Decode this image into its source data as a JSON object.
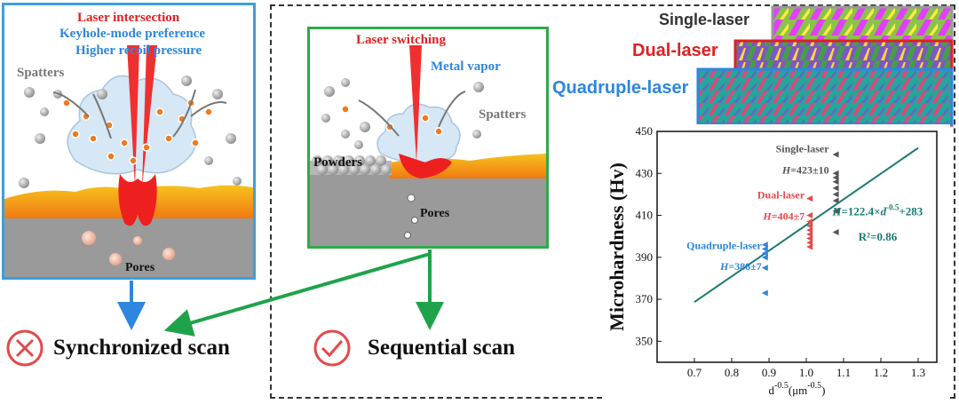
{
  "left_panel": {
    "title1": "Laser intersection",
    "title2": "Keyhole-mode preference",
    "title3": "Higher recoil pressure",
    "spatters": "Spatters",
    "pores": "Pores"
  },
  "mid_panel": {
    "title": "Laser switching",
    "vapor": "Metal vapor",
    "spatters": "Spatters",
    "powders": "Powders",
    "pores": "Pores"
  },
  "scans": {
    "sync": "Synchronized scan",
    "seq": "Sequential scan"
  },
  "micro": {
    "single": "Single-laser",
    "dual": "Dual-laser",
    "quad": "Quadruple-laser"
  },
  "colors": {
    "blue": "#2e86de",
    "green": "#1fa34a",
    "red": "#e02020",
    "teal": "#1a7a72"
  },
  "chart_data": {
    "type": "scatter",
    "title": "",
    "xlabel": "d^-0.5 (μm^-0.5)",
    "xlabel_parts": [
      "d",
      "-0.5",
      "(μm",
      "-0.5",
      ")"
    ],
    "ylabel": "Microhardness (Hv)",
    "xlim": [
      0.6,
      1.35
    ],
    "ylim": [
      340,
      450
    ],
    "xticks": [
      0.7,
      0.8,
      0.9,
      1.0,
      1.1,
      1.2,
      1.3
    ],
    "yticks": [
      350,
      370,
      390,
      410,
      430,
      450
    ],
    "series": [
      {
        "name": "Quadruple-laser",
        "color": "#2e86de",
        "annotation": "H=388±7",
        "points": [
          [
            0.89,
            396
          ],
          [
            0.89,
            394
          ],
          [
            0.89,
            392
          ],
          [
            0.89,
            390
          ],
          [
            0.89,
            385
          ],
          [
            0.89,
            373
          ]
        ]
      },
      {
        "name": "Dual-laser",
        "color": "#e8484a",
        "annotation": "H=404±7",
        "points": [
          [
            1.01,
            418
          ],
          [
            1.01,
            410
          ],
          [
            1.01,
            407
          ],
          [
            1.01,
            405
          ],
          [
            1.01,
            403
          ],
          [
            1.01,
            401
          ],
          [
            1.01,
            399
          ],
          [
            1.01,
            397
          ],
          [
            1.01,
            395
          ]
        ]
      },
      {
        "name": "Single-laser",
        "color": "#555555",
        "annotation": "H=423±10",
        "points": [
          [
            1.08,
            439
          ],
          [
            1.08,
            430
          ],
          [
            1.08,
            428
          ],
          [
            1.08,
            426
          ],
          [
            1.08,
            423
          ],
          [
            1.08,
            420
          ],
          [
            1.08,
            417
          ],
          [
            1.08,
            412
          ],
          [
            1.08,
            402
          ]
        ]
      }
    ],
    "fit": {
      "equation_parts": [
        "H",
        "=122.4×",
        "d",
        "-0.5",
        "+283"
      ],
      "r2": "R²=0.86",
      "color": "#1a7a72",
      "x_range": [
        0.7,
        1.3
      ],
      "slope": 122.4,
      "intercept": 283
    }
  }
}
